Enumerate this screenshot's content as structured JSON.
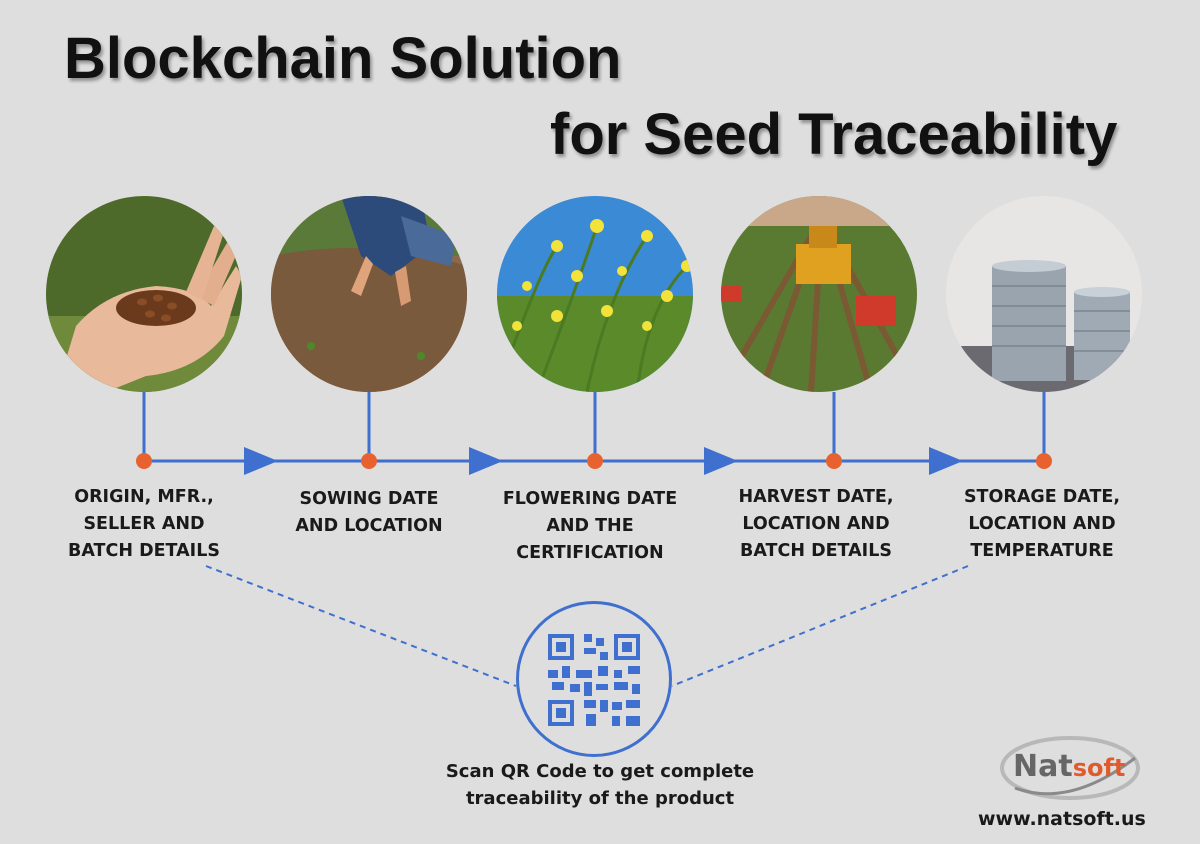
{
  "title": {
    "line1": "Blockchain Solution",
    "line2": "for Seed Traceability"
  },
  "steps": [
    {
      "label": "ORIGIN, MFR.,\nSELLER AND\nBATCH DETAILS",
      "image": "hand-holding-seeds"
    },
    {
      "label": "SOWING DATE\nAND LOCATION",
      "image": "farmer-sowing-soil"
    },
    {
      "label": "FLOWERING DATE\nAND THE\nCERTIFICATION",
      "image": "yellow-flowering-plants"
    },
    {
      "label": "HARVEST DATE,\nLOCATION AND\nBATCH DETAILS",
      "image": "harvester-in-field"
    },
    {
      "label": "STORAGE DATE,\nLOCATION AND\nTEMPERATURE",
      "image": "storage-silos"
    }
  ],
  "qr": {
    "icon": "qr-code-icon",
    "caption_line1": "Scan QR Code to get complete",
    "caption_line2": "traceability of the product"
  },
  "brand": {
    "logo_main": "Nat",
    "logo_accent": "soft",
    "website": "www.natsoft.us",
    "accent_color": "#e05a2b"
  },
  "colors": {
    "line": "#3f6fcf",
    "dot": "#e8622f",
    "background": "#dedede"
  }
}
